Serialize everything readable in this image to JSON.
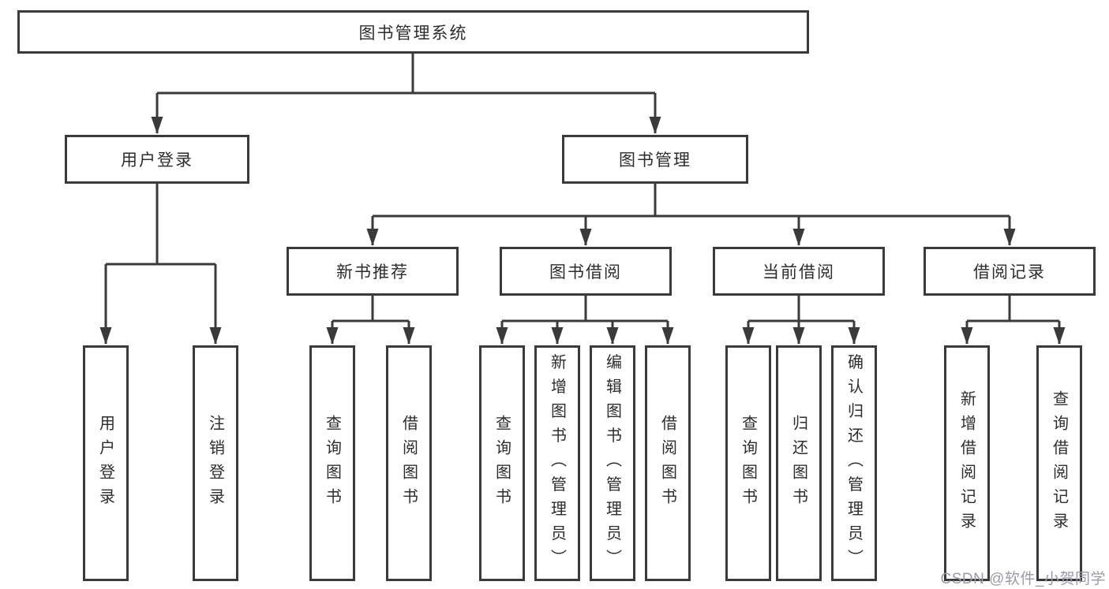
{
  "diagram": {
    "root": {
      "label": "图书管理系统"
    },
    "branches": [
      {
        "label": "用户登录",
        "children": [
          {
            "label": "用户登录"
          },
          {
            "label": "注销登录"
          }
        ]
      },
      {
        "label": "图书管理",
        "sections": [
          {
            "label": "新书推荐",
            "children": [
              {
                "label": "查询图书"
              },
              {
                "label": "借阅图书"
              }
            ]
          },
          {
            "label": "图书借阅",
            "children": [
              {
                "label": "查询图书"
              },
              {
                "label": "新增图书（管理员）"
              },
              {
                "label": "编辑图书（管理员）"
              },
              {
                "label": "借阅图书"
              }
            ]
          },
          {
            "label": "当前借阅",
            "children": [
              {
                "label": "查询图书"
              },
              {
                "label": "归还图书"
              },
              {
                "label": "确认归还（管理员）"
              }
            ]
          },
          {
            "label": "借阅记录",
            "children": [
              {
                "label": "新增借阅记录"
              },
              {
                "label": "查询借阅记录"
              }
            ]
          }
        ]
      }
    ]
  },
  "watermark": {
    "text": "CSDN @软件_小贺同学"
  },
  "colors": {
    "line": "#3a3a3a",
    "text": "#2d2d2d",
    "watermark": "#9b9ba8",
    "background": "#ffffff"
  }
}
